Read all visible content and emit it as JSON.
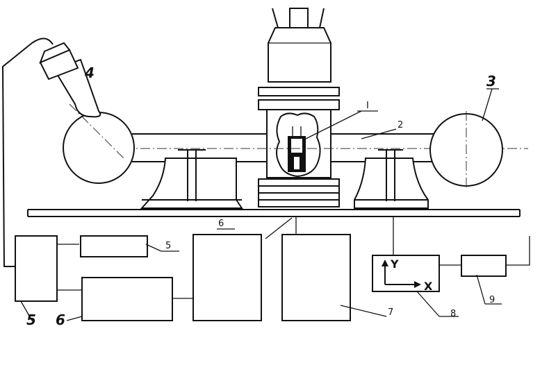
{
  "labels": {
    "specimen": "I",
    "beam_pipe": "2",
    "right_sphere": "3",
    "left_sphere": "4",
    "block_5_small": "5",
    "block_5_big": "5",
    "block_6_mid": "6",
    "block_6_big": "6",
    "block_7": "7",
    "block_8": "8",
    "block_9": "9",
    "axis_y": "Y",
    "axis_x": "X"
  }
}
